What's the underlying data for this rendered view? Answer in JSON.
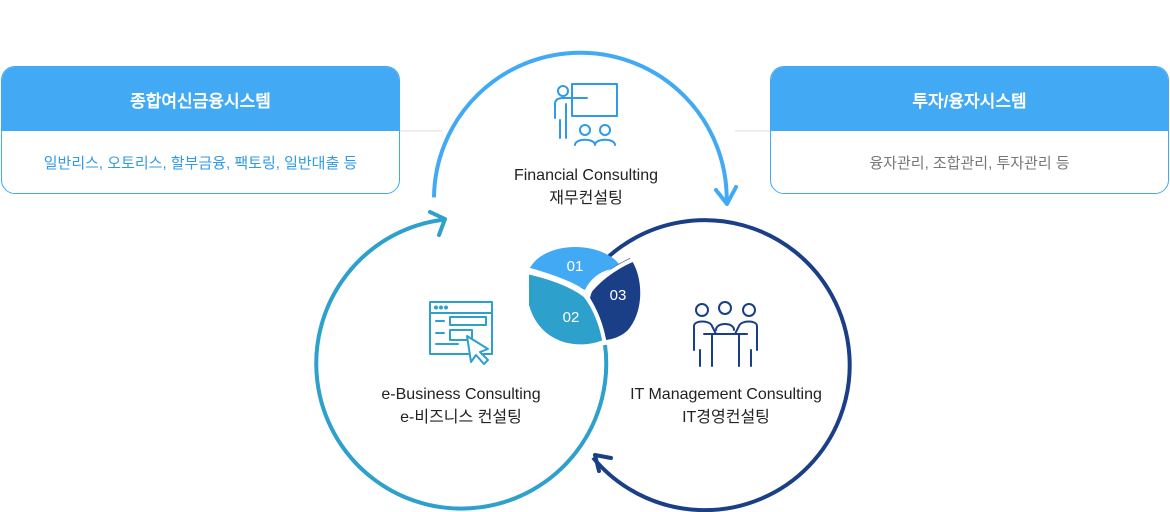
{
  "left_card": {
    "title": "종합여신금융시스템",
    "items": "일반리스, 오토리스, 할부금융, 팩토링, 일반대출 등"
  },
  "right_card": {
    "title": "투자/융자시스템",
    "items": "융자관리, 조합관리, 투자관리 등"
  },
  "circles": [
    {
      "number": "01",
      "title_en": "Financial Consulting",
      "title_ko": "재무컨설팅",
      "icon": "presentation-icon",
      "color": "#42a9f5"
    },
    {
      "number": "02",
      "title_en": "e-Business Consulting",
      "title_ko": "e-비즈니스 컨설팅",
      "icon": "web-browser-cursor-icon",
      "color": "#2ea0cc"
    },
    {
      "number": "03",
      "title_en": "IT Management Consulting",
      "title_ko": "IT경영컨설팅",
      "icon": "meeting-icon",
      "color": "#1a3f86"
    }
  ]
}
